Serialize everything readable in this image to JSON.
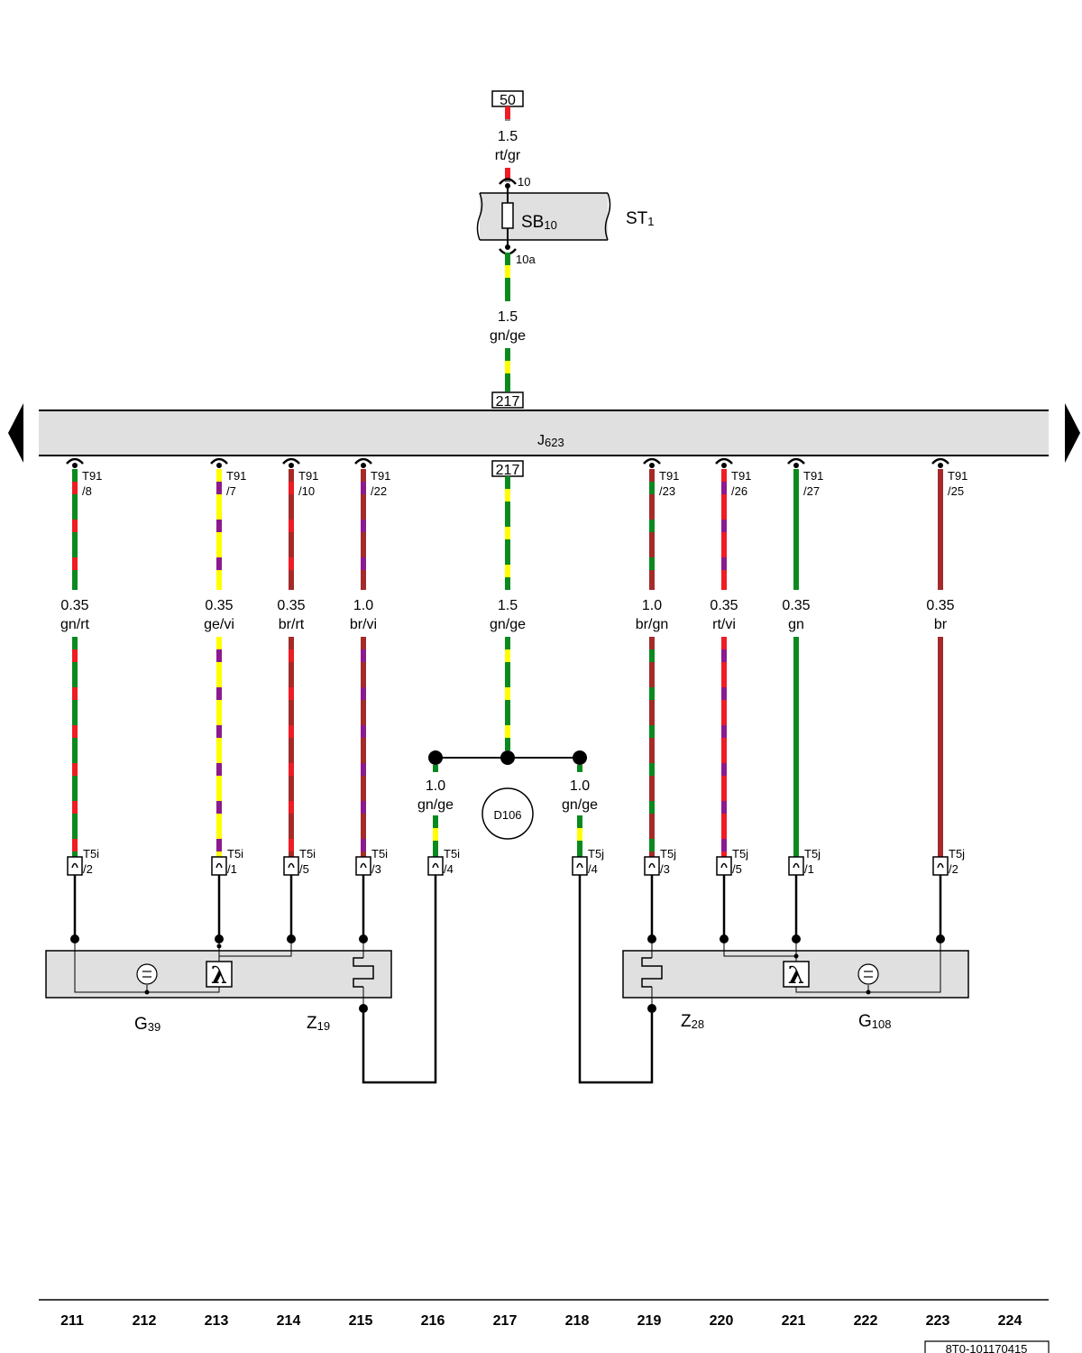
{
  "colors": {
    "rt": "#ee1c24",
    "gn": "#0a8a1e",
    "ge": "#ffff00",
    "vi": "#8b1a8e",
    "br": "#a52a2a",
    "gr": "#8a8a8a",
    "box_fill": "#e0e0e0",
    "line": "#000000"
  },
  "top_terminal": {
    "label": "50"
  },
  "wire_top": {
    "gauge": "1.5",
    "color": "rt/gr"
  },
  "fuse": {
    "name": "SB",
    "sub": "10",
    "pin_in": "10",
    "pin_out": "10a",
    "panel": "ST",
    "panel_sub": "1"
  },
  "wire_fuse_out": {
    "gauge": "1.5",
    "color": "gn/ge"
  },
  "ecu": {
    "name": "J",
    "sub": "623",
    "pin_top": "217",
    "pin_bottom": "217"
  },
  "ecu_pins": [
    {
      "conn": "T91",
      "pin": "/8",
      "gauge": "0.35",
      "color": "gn/rt"
    },
    {
      "conn": "T91",
      "pin": "/7",
      "gauge": "0.35",
      "color": "ge/vi"
    },
    {
      "conn": "T91",
      "pin": "/10",
      "gauge": "0.35",
      "color": "br/rt"
    },
    {
      "conn": "T91",
      "pin": "/22",
      "gauge": "1.0",
      "color": "br/vi"
    },
    {
      "conn": "",
      "pin": "",
      "gauge": "1.5",
      "color": "gn/ge"
    },
    {
      "conn": "T91",
      "pin": "/23",
      "gauge": "1.0",
      "color": "br/gn"
    },
    {
      "conn": "T91",
      "pin": "/26",
      "gauge": "0.35",
      "color": "rt/vi"
    },
    {
      "conn": "T91",
      "pin": "/27",
      "gauge": "0.35",
      "color": "gn"
    },
    {
      "conn": "T91",
      "pin": "/25",
      "gauge": "0.35",
      "color": "br"
    }
  ],
  "splice": {
    "name": "D106",
    "left_wire": {
      "gauge": "1.0",
      "color": "gn/ge"
    },
    "right_wire": {
      "gauge": "1.0",
      "color": "gn/ge"
    }
  },
  "sensor_connectors": [
    {
      "conn": "T5i",
      "pin": "/2"
    },
    {
      "conn": "T5i",
      "pin": "/1"
    },
    {
      "conn": "T5i",
      "pin": "/5"
    },
    {
      "conn": "T5i",
      "pin": "/3"
    },
    {
      "conn": "T5i",
      "pin": "/4"
    },
    {
      "conn": "T5j",
      "pin": "/4"
    },
    {
      "conn": "T5j",
      "pin": "/3"
    },
    {
      "conn": "T5j",
      "pin": "/5"
    },
    {
      "conn": "T5j",
      "pin": "/1"
    },
    {
      "conn": "T5j",
      "pin": "/2"
    }
  ],
  "components": {
    "g39": {
      "name": "G",
      "sub": "39"
    },
    "z19": {
      "name": "Z",
      "sub": "19"
    },
    "z28": {
      "name": "Z",
      "sub": "28"
    },
    "g108": {
      "name": "G",
      "sub": "108"
    },
    "lambda_symbol": "λ"
  },
  "footer": {
    "tracks": [
      "211",
      "212",
      "213",
      "214",
      "215",
      "216",
      "217",
      "218",
      "219",
      "220",
      "221",
      "222",
      "223",
      "224"
    ],
    "doc_number": "8T0-101170415"
  }
}
